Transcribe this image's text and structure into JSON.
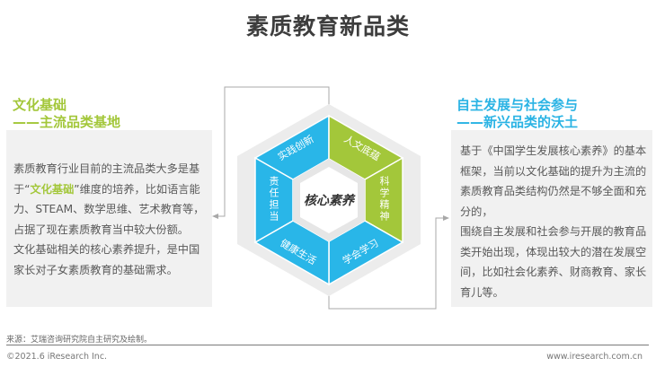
{
  "title": "素质教育新品类",
  "left": {
    "heading_line1": "文化基础",
    "heading_line2": "——主流品类基地",
    "body_pre": "素质教育行业目前的主流品类大多是基于“",
    "body_highlight": "文化基础",
    "body_post": "”维度的培养，比如语言能力、STEAM、数学思维、艺术教育等，占据了现在素质教育当中较大份额。",
    "body_p2": "文化基础相关的核心素养提升，是中国家长对子女素质教育的基础需求。"
  },
  "right": {
    "heading_line1": "自主发展与社会参与",
    "heading_line2": "——新兴品类的沃土",
    "body_p1": "基于《中国学生发展核心素养》的基本框架，当前以文化基础的提升为主流的素质教育品类结构仍然是不够全面和充分的，",
    "body_p2": "围绕自主发展和社会参与开展的教育品类开始出现，体现出较大的潜在发展空间，比如社会化素养、财商教育、家长育儿等。"
  },
  "diagram": {
    "center_label": "核心素养",
    "segments": [
      {
        "label": "实践创新",
        "color": "#29b6e8"
      },
      {
        "label": "人文底蕴",
        "color": "#a3c73a"
      },
      {
        "label": "科学精神",
        "color": "#a3c73a"
      },
      {
        "label": "学会学习",
        "color": "#29b6e8"
      },
      {
        "label": "健康生活",
        "color": "#29b6e8"
      },
      {
        "label": "责任担当",
        "color": "#29b6e8"
      }
    ]
  },
  "colors": {
    "blue": "#29b6e8",
    "green": "#a3c73a",
    "title": "#3d3d3d"
  },
  "footer": {
    "source": "来源：艾瑞咨询研究院自主研究及绘制。",
    "copyright": "©2021.6 iResearch Inc.",
    "website": "www.iresearch.com.cn"
  }
}
